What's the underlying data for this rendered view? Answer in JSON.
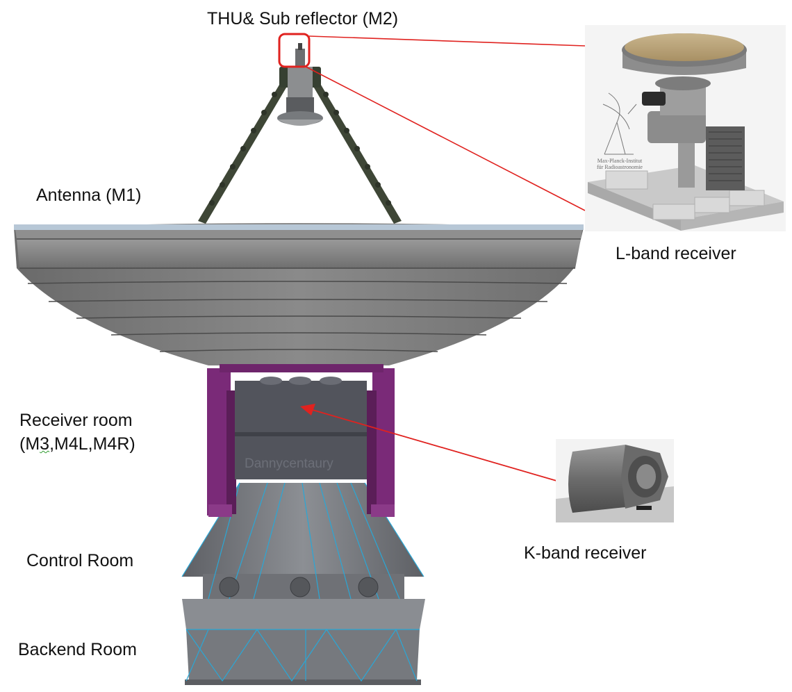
{
  "labels": {
    "subreflector": "THU& Sub reflector (M2)",
    "antenna": "Antenna (M1)",
    "receiver_room_line1": "Receiver room",
    "receiver_room_line2_a": "(M",
    "receiver_room_line2_b": "3",
    "receiver_room_line2_c": ",M4L,M4R)",
    "control_room": "Control Room",
    "backend_room": "Backend Room",
    "l_band": "L-band receiver",
    "k_band": "K-band receiver"
  },
  "watermark": "Dannycentaury",
  "inset_logo": {
    "line1": "Max-Planck-Institut",
    "line2": "für Radioastronomie"
  },
  "colors": {
    "callout": "#e0221f",
    "dish": "#7b7b7b",
    "support_frame": "#7a2a78",
    "tower": "#7e8084",
    "edge_lines": "#2aa7d6"
  }
}
